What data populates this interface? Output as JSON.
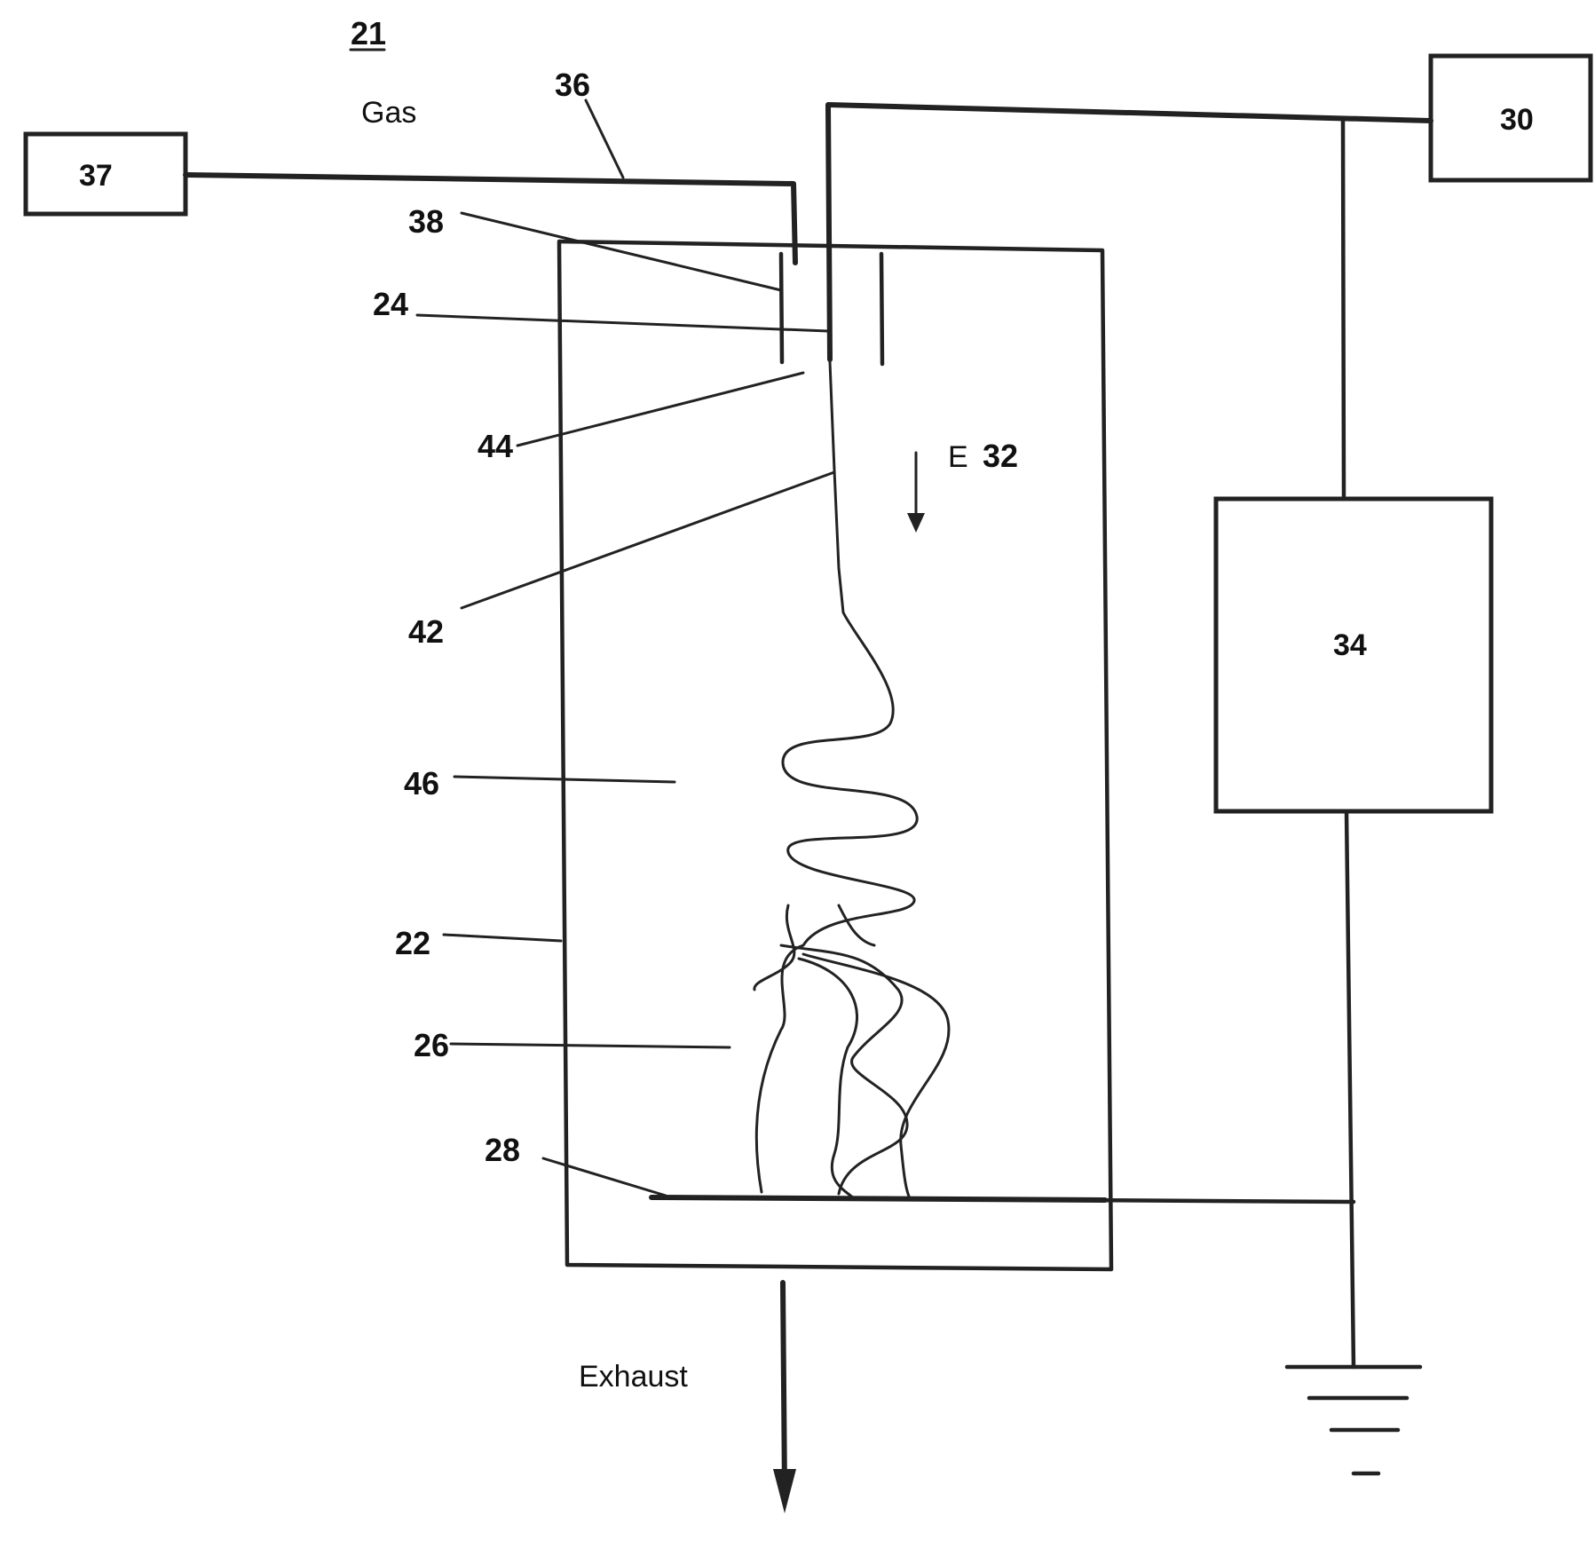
{
  "figure": {
    "number": "21",
    "gas_label": "Gas",
    "exhaust_label": "Exhaust",
    "field_label": "E",
    "field_ref": "32"
  },
  "boxes": {
    "gas_source": "37",
    "power_supply": "30",
    "component_34": "34"
  },
  "refs": {
    "gas_line": "36",
    "ref_38": "38",
    "ref_24": "24",
    "ref_44": "44",
    "ref_42": "42",
    "ref_46": "46",
    "ref_22": "22",
    "ref_26": "26",
    "ref_28": "28"
  }
}
